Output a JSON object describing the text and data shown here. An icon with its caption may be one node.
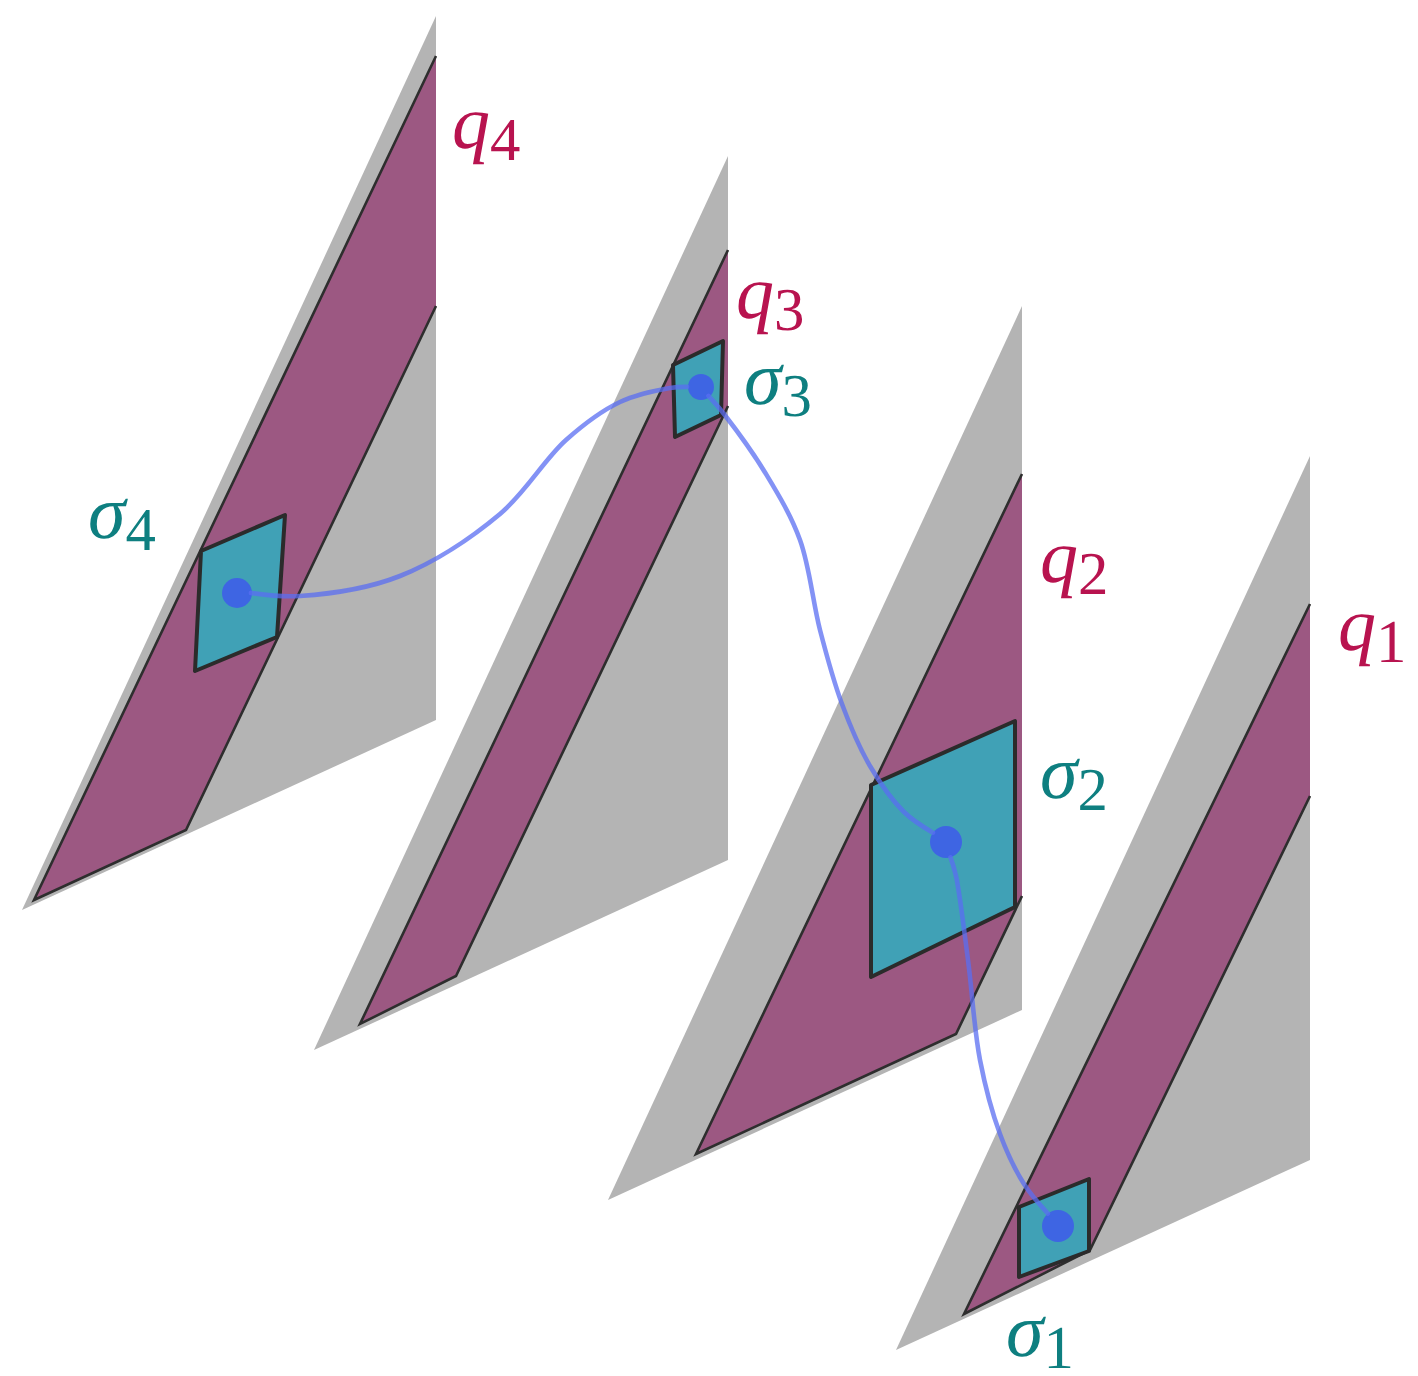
{
  "diagram": {
    "nodes": [
      {
        "text": [],
        "shape": "triangle",
        "beside": [
          "*q*$_{4}$"
        ]
      },
      {
        "text": [],
        "shape": "box",
        "in": 0,
        "beside": [
          "*σ*$_{4}$"
        ]
      },
      {
        "text": [],
        "shape": "circle",
        "in": 1
      },
      {
        "text": [],
        "shape": "triangle",
        "beside": [
          "*q*$_{3}$"
        ]
      },
      {
        "text": [],
        "shape": "box",
        "in": 3,
        "beside": [
          "*σ*$_{3}$"
        ]
      },
      {
        "text": [],
        "shape": "circle",
        "in": 4
      },
      {
        "text": [],
        "shape": "triangle",
        "beside": [
          "*q*$_{2}$"
        ]
      },
      {
        "text": [],
        "shape": "box",
        "in": 6,
        "beside": [
          "*σ*$_{2}$"
        ]
      },
      {
        "text": [],
        "shape": "circle",
        "in": 7
      },
      {
        "text": [],
        "shape": "triangle",
        "beside": [
          "*q*$_{1}$"
        ]
      },
      {
        "text": [],
        "shape": "box",
        "in": 9,
        "beside": [
          "*σ*$_{1}$"
        ]
      },
      {
        "text": [],
        "shape": "circle",
        "in": 10
      }
    ],
    "edges": [
      {
        "from": 2,
        "to": 5,
        "arrow": "none"
      },
      {
        "from": 5,
        "to": 8,
        "arrow": "none"
      },
      {
        "from": 8,
        "to": 11,
        "arrow": "none"
      }
    ]
  }
}
